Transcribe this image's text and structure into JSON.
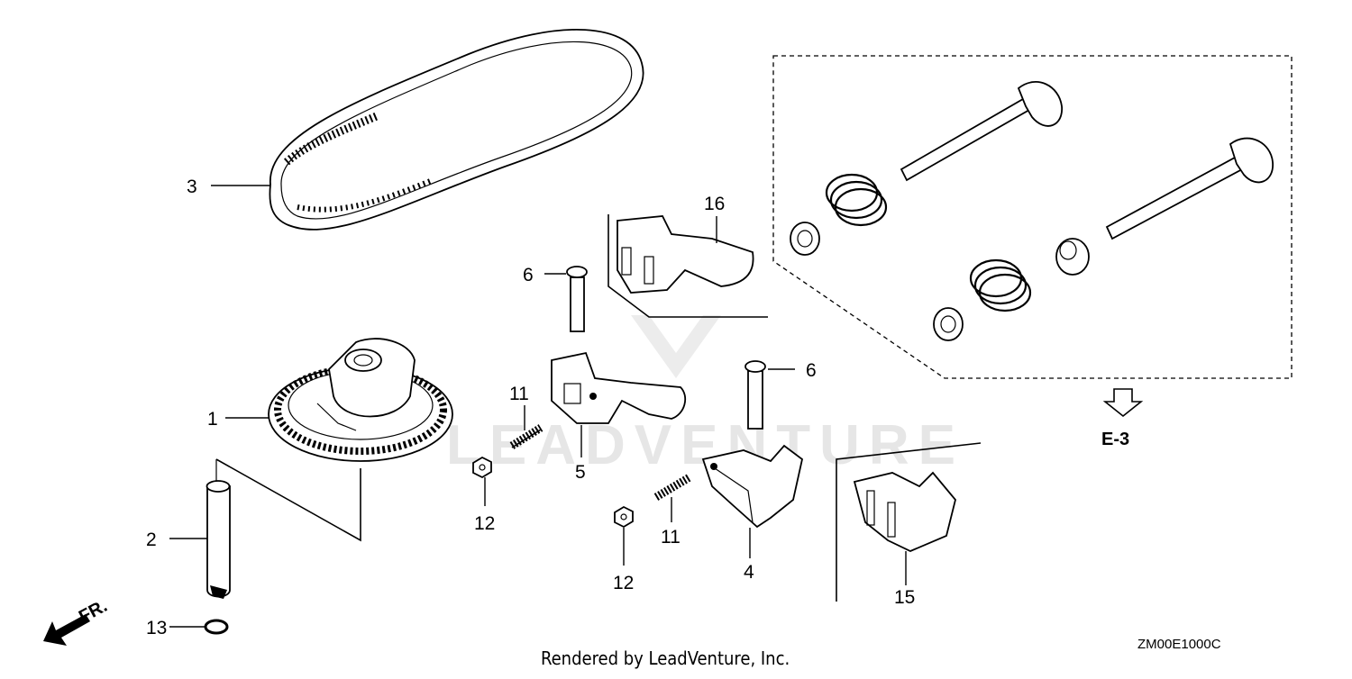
{
  "diagram": {
    "callouts": [
      "1",
      "2",
      "3",
      "4",
      "5",
      "6",
      "6",
      "11",
      "11",
      "12",
      "12",
      "13",
      "15",
      "16"
    ],
    "reference": "E-3",
    "front_label": "FR.",
    "drawing_code": "ZM00E1000C",
    "credit": "Rendered by LeadVenture, Inc.",
    "watermark": "LEADVENTURE"
  }
}
